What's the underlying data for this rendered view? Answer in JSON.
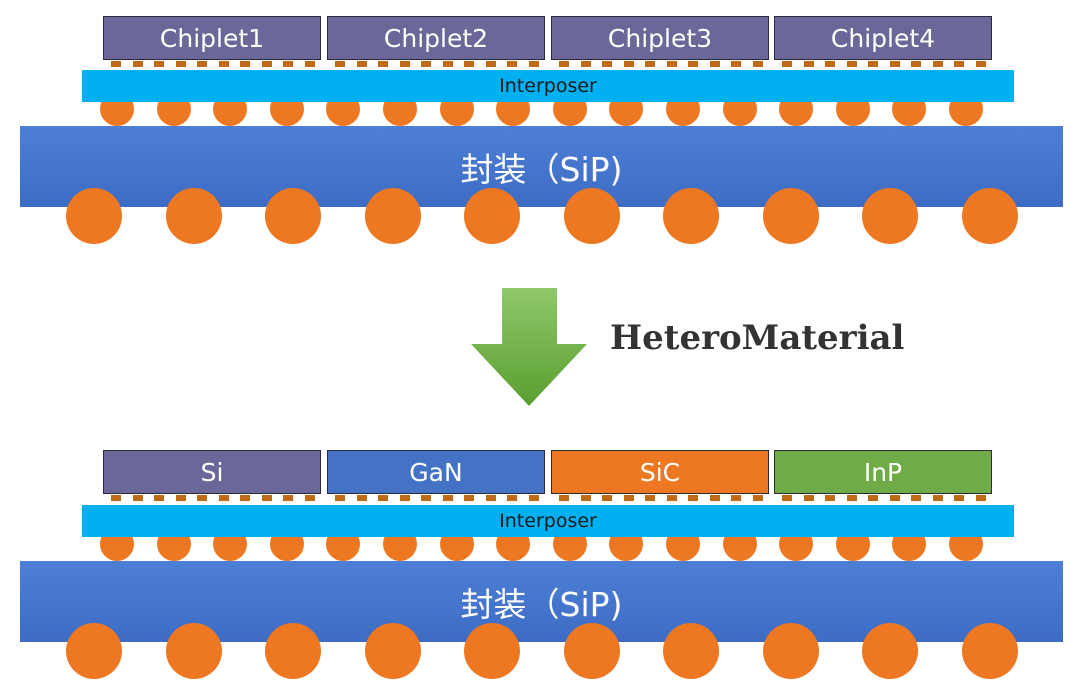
{
  "top": {
    "chiplets": [
      {
        "label": "Chiplet1",
        "color": "#6b6798"
      },
      {
        "label": "Chiplet2",
        "color": "#6b6798"
      },
      {
        "label": "Chiplet3",
        "color": "#6b6798"
      },
      {
        "label": "Chiplet4",
        "color": "#6b6798"
      }
    ],
    "interposer_label": "Interposer",
    "package_label": "封装（SiP)"
  },
  "arrow_label": "HeteroMaterial",
  "bottom": {
    "chiplets": [
      {
        "label": "Si",
        "color": "#6b6798"
      },
      {
        "label": "GaN",
        "color": "#4472c4"
      },
      {
        "label": "SiC",
        "color": "#ee7722"
      },
      {
        "label": "InP",
        "color": "#6fac47"
      }
    ],
    "interposer_label": "Interposer",
    "package_label": "封装（SiP)"
  },
  "colors": {
    "interposer": "#00b0f0",
    "package": "#4472c4",
    "solder_ball": "#ee7722",
    "arrow": "#6fac47"
  }
}
